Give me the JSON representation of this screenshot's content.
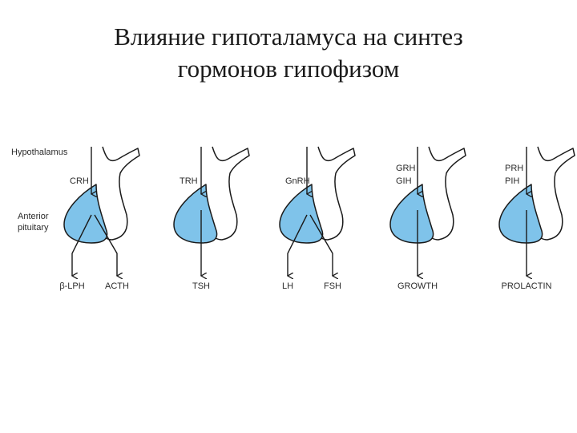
{
  "title": {
    "line1": "Влияние гипоталамуса на синтез",
    "line2": "гормонов гипофизом"
  },
  "labels": {
    "hypothalamus": "Hypothalamus",
    "anterior_line1": "Anterior",
    "anterior_line2": "pituitary"
  },
  "colors": {
    "gland_fill": "#7fc3ea",
    "outline": "#1a1a1a"
  },
  "panels": [
    {
      "releasing": [
        "CRH"
      ],
      "products": [
        "β-LPH",
        "ACTH"
      ]
    },
    {
      "releasing": [
        "TRH"
      ],
      "products": [
        "TSH"
      ]
    },
    {
      "releasing": [
        "GnRH"
      ],
      "products": [
        "LH",
        "FSH"
      ]
    },
    {
      "releasing": [
        "GRH",
        "GIH"
      ],
      "products": [
        "GROWTH"
      ]
    },
    {
      "releasing": [
        "PRH",
        "PIH"
      ],
      "products": [
        "PROLACTIN"
      ]
    }
  ]
}
